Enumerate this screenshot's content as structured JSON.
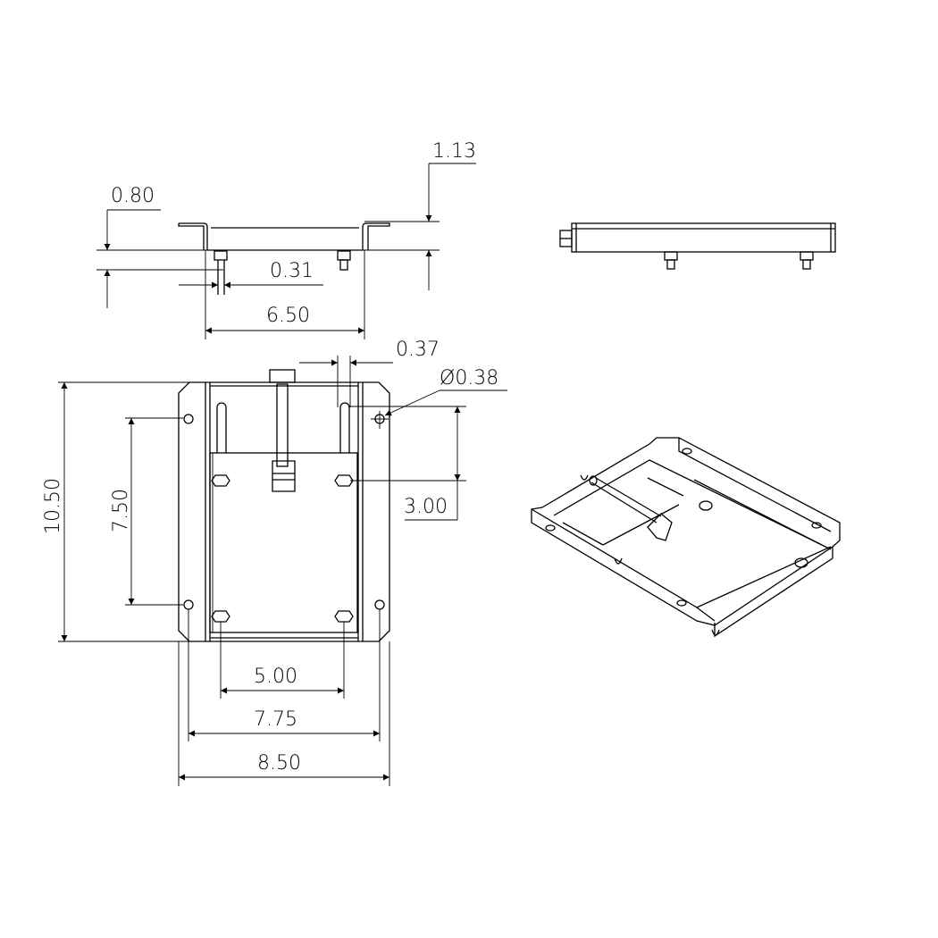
{
  "drawing": {
    "views": [
      "front-side-view",
      "end-side-view",
      "top-view",
      "isometric-view"
    ],
    "line_color": "#000000",
    "background": "#ffffff",
    "dimensions": {
      "flange_offset": "0.80",
      "overall_height": "1.13",
      "stud_diameter": "0.31",
      "channel_width": "6.50",
      "slot_width": "0.37",
      "hole_diameter": "Ø0.38",
      "hole_to_stud": "3.00",
      "overall_length": "10.50",
      "hole_spacing_vertical": "7.50",
      "stud_spacing": "5.00",
      "hole_spacing_horizontal": "7.75",
      "overall_width": "8.50"
    }
  }
}
